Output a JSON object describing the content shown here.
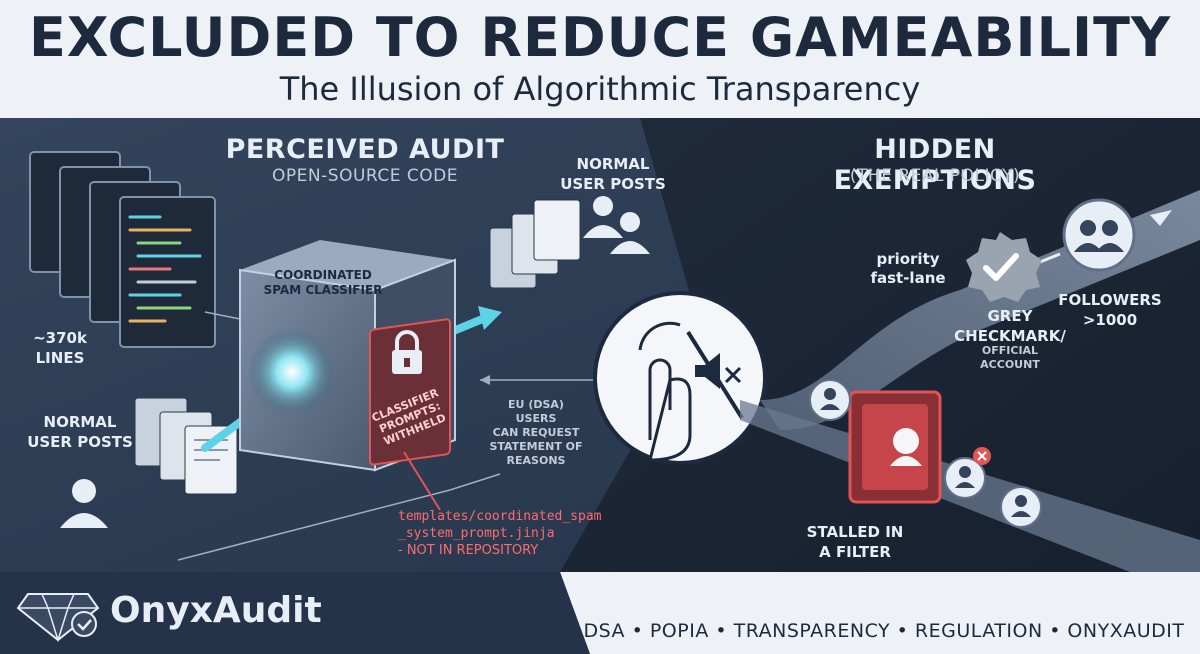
{
  "header": {
    "title": "EXCLUDED TO REDUCE GAMEABILITY",
    "subtitle": "The Illusion of Algorithmic Transparency"
  },
  "left": {
    "heading": "PERCEIVED AUDIT",
    "subheading": "OPEN-SOURCE CODE",
    "lines_label": [
      "~370k",
      "LINES"
    ],
    "normal_posts_left": [
      "NORMAL",
      "USER POSTS"
    ],
    "normal_posts_top": [
      "NORMAL",
      "USER POSTS"
    ],
    "classifier_label": [
      "COORDINATED",
      "SPAM CLASSIFIER"
    ],
    "withheld_label": [
      "CLASSIFIER",
      "PROMPTS:",
      "WITHHELD"
    ],
    "template_path": [
      "templates/coordinated_spam",
      "_system_prompt.jinja",
      "- NOT IN REPOSITORY"
    ]
  },
  "middle": {
    "dsa_note": [
      "EU (DSA) USERS",
      "CAN REQUEST",
      "STATEMENT OF",
      "REASONS"
    ]
  },
  "right": {
    "heading": "HIDDEN EXEMPTIONS",
    "subheading": "(THE REAL POLICY)",
    "priority": [
      "priority",
      "fast-lane"
    ],
    "checkmark": [
      "GREY",
      "CHECKMARK/"
    ],
    "official": [
      "OFFICIAL",
      "ACCOUNT"
    ],
    "followers": [
      "FOLLOWERS",
      ">1000"
    ],
    "stalled": [
      "STALLED IN",
      "A FILTER"
    ]
  },
  "footer": {
    "brand": "OnyxAudit",
    "tags": "DSA • POPIA • TRANSPARENCY • REGULATION • ONYXAUDIT"
  },
  "colors": {
    "panel_left": "#2b3a4f",
    "panel_right": "#1c2636",
    "accent_cyan": "#5fd3e6",
    "accent_red": "#e05555",
    "text_light": "#e8eef5",
    "text_dark": "#1d2a3d"
  },
  "icons": [
    "code-window-icon",
    "document-icon",
    "user-icon",
    "users-icon",
    "lock-icon",
    "shush-mute-icon",
    "verified-badge-icon",
    "diamond-logo-icon"
  ]
}
